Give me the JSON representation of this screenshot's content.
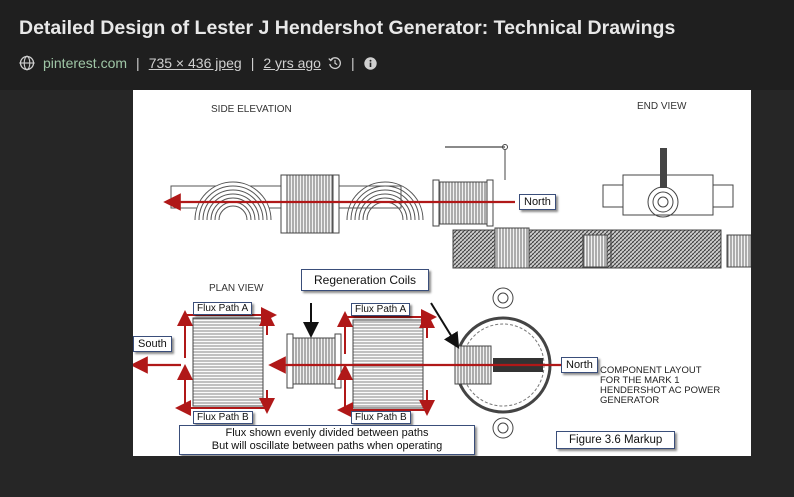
{
  "header": {
    "title": "Detailed Design of Lester J Hendershot Generator: Technical Drawings",
    "source": "pinterest.com",
    "dimensions": "735 × 436 jpeg",
    "age": "2 yrs ago",
    "separator": "|"
  },
  "figure": {
    "side_elevation": "SIDE ELEVATION",
    "end_view": "END VIEW",
    "plan_view": "PLAN VIEW",
    "north_top": "North",
    "north_bottom": "North",
    "south": "South",
    "regeneration_coils": "Regeneration Coils",
    "flux_path_a_1": "Flux Path A",
    "flux_path_a_2": "Flux Path A",
    "flux_path_b_1": "Flux Path B",
    "flux_path_b_2": "Flux Path B",
    "note_line_1": "Flux shown evenly divided between paths",
    "note_line_2": "But will oscillate between paths when operating",
    "component_layout": [
      "COMPONENT LAYOUT",
      "FOR THE MARK 1",
      "HENDERSHOT AC POWER",
      "GENERATOR"
    ],
    "figure_caption": "Figure 3.6 Markup"
  },
  "icons": {
    "source_icon": "globe-icon",
    "history_icon": "history-icon",
    "info_icon": "info-icon"
  },
  "colors": {
    "flux_arrow": "#b01818",
    "header_bg": "#1f1f1f",
    "page_bg": "#262626",
    "source_link": "#9fc6a6"
  }
}
